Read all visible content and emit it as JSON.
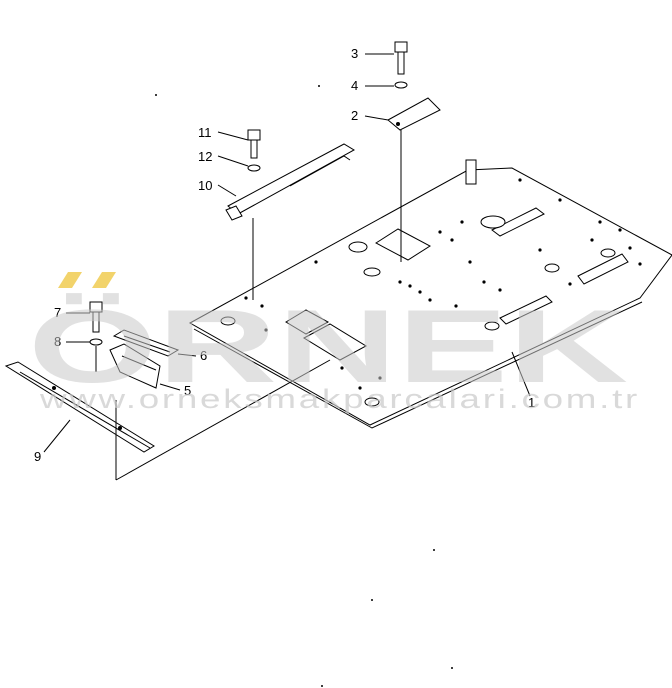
{
  "diagram": {
    "callouts": [
      {
        "id": "c1",
        "label": "1"
      },
      {
        "id": "c2",
        "label": "2"
      },
      {
        "id": "c3",
        "label": "3"
      },
      {
        "id": "c4",
        "label": "4"
      },
      {
        "id": "c5",
        "label": "5"
      },
      {
        "id": "c6",
        "label": "6"
      },
      {
        "id": "c7",
        "label": "7"
      },
      {
        "id": "c8",
        "label": "8"
      },
      {
        "id": "c9",
        "label": "9"
      },
      {
        "id": "c10",
        "label": "10"
      },
      {
        "id": "c11",
        "label": "11"
      },
      {
        "id": "c12",
        "label": "12"
      }
    ]
  },
  "watermark": {
    "brand": "ÖRNEK",
    "website": "www.orneksmakparcalari.com.tr",
    "accent_color": "#f2d36b",
    "text_color": "#c9c9c9"
  }
}
